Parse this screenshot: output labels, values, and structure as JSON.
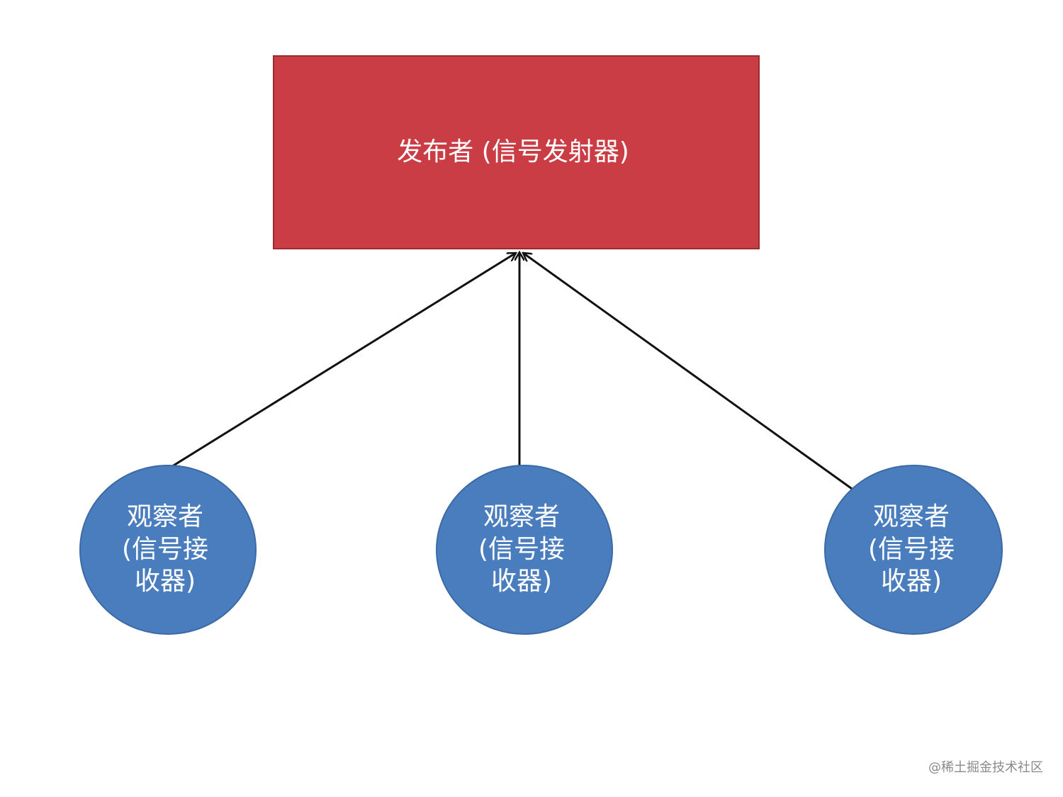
{
  "diagram": {
    "publisher": {
      "label": "发布者 (信号发射器)",
      "color": "#cb3d45"
    },
    "observers": [
      {
        "lines": [
          "观察者",
          "(信号接",
          "收器)"
        ],
        "color": "#4a7dbd"
      },
      {
        "lines": [
          "观察者",
          "(信号接",
          "收器)"
        ],
        "color": "#4a7dbd"
      },
      {
        "lines": [
          "观察者",
          "(信号接",
          "收器)"
        ],
        "color": "#4a7dbd"
      }
    ],
    "edges": [
      {
        "from": "observer-1",
        "to": "publisher"
      },
      {
        "from": "observer-2",
        "to": "publisher"
      },
      {
        "from": "observer-3",
        "to": "publisher"
      }
    ]
  },
  "watermark": "@稀土掘金技术社区"
}
